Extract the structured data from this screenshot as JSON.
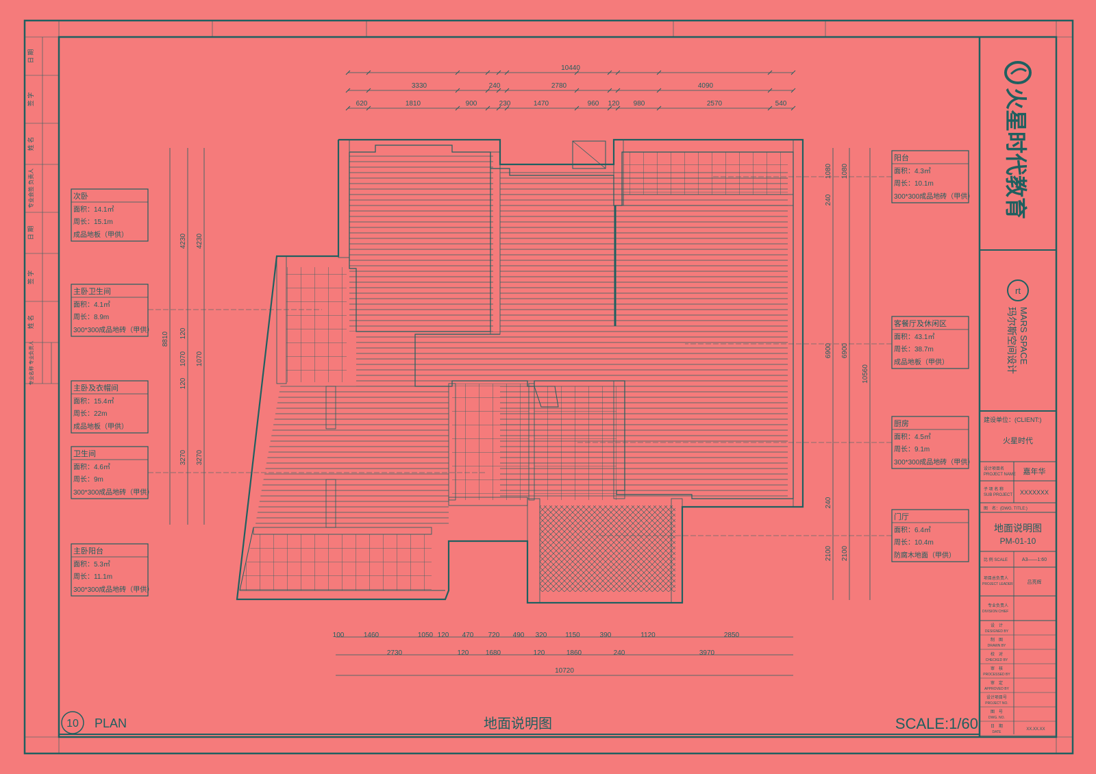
{
  "drawing": {
    "plan_number": "10",
    "plan_label": "PLAN",
    "title": "地面说明图",
    "scale": "SCALE:1/60"
  },
  "rooms": [
    {
      "name": "次卧",
      "area": "面积：14.1㎡",
      "perimeter": "周长：15.1m",
      "material": "成品地板（甲供）"
    },
    {
      "name": "主卧卫生间",
      "area": "面积：4.1㎡",
      "perimeter": "周长：8.9m",
      "material": "300*300成品地砖（甲供）"
    },
    {
      "name": "主卧及衣帽间",
      "area": "面积：15.4㎡",
      "perimeter": "周长：22m",
      "material": "成品地板（甲供）"
    },
    {
      "name": "卫生间",
      "area": "面积：4.6㎡",
      "perimeter": "周长：9m",
      "material": "300*300成品地砖（甲供）"
    },
    {
      "name": "主卧阳台",
      "area": "面积：5.3㎡",
      "perimeter": "周长：11.1m",
      "material": "300*300成品地砖（甲供）"
    },
    {
      "name": "阳台",
      "area": "面积：4.3㎡",
      "perimeter": "周长：10.1m",
      "material": "300*300成品地砖（甲供）"
    },
    {
      "name": "客餐厅及休闲区",
      "area": "面积：43.1㎡",
      "perimeter": "周长：38.7m",
      "material": "成品地板（甲供）"
    },
    {
      "name": "厨房",
      "area": "面积：4.5㎡",
      "perimeter": "周长：9.1m",
      "material": "300*300成品地砖（甲供）"
    },
    {
      "name": "门厅",
      "area": "面积：6.4㎡",
      "perimeter": "周长：10.4m",
      "material": "防腐木地面（甲供）"
    }
  ],
  "dims": {
    "top_total": "10440",
    "top_mid": [
      "3330",
      "240",
      "2780",
      "4090"
    ],
    "top_detail": [
      "620",
      "1810",
      "900",
      "230",
      "1470",
      "960",
      "120",
      "980",
      "2570",
      "540"
    ],
    "bottom_detail": [
      "100",
      "1460",
      "1050",
      "120",
      "470",
      "720",
      "490",
      "320",
      "1150",
      "390",
      "1120",
      "2850"
    ],
    "bottom_mid": [
      "2730",
      "120",
      "1680",
      "120",
      "1860",
      "240",
      "3970"
    ],
    "bottom_total": "10720",
    "left_total": "8810",
    "left_a": [
      "4230",
      "120",
      "1070",
      "120",
      "3270"
    ],
    "left_b": [
      "4230",
      "1070",
      "3270"
    ],
    "right_total": "10560",
    "right_a": [
      "1080",
      "240",
      "6900",
      "240",
      "2100"
    ],
    "right_b": [
      "1080",
      "6900",
      "2100"
    ]
  },
  "title_block": {
    "company_cn": "火星时代教育",
    "mars_en": "MARS SPACE",
    "mars_cn": "玛尔斯空间设计",
    "client_label": "建设单位：(CLIENT:)",
    "client_value": "火星时代",
    "project_label": "设计项目名\nPROJECT NAME",
    "project_value": "嘉年华",
    "sub_label": "子 项 名 称\nSUB PROJECT",
    "sub_value": "XXXXXXX",
    "dwg_label": "图　名：(DWG. TITLE:)",
    "dwg_title": "地面说明图",
    "dwg_no": "PM-01-10",
    "scale_label": "比 例 SCALE",
    "scale_value": "A3——1:60",
    "leader_label": "项目总负责人\nPROJECT LEADER",
    "leader_value": "吕亮辉",
    "chief_label": "专业负责人\nDIVISION CHIEF",
    "rows": [
      {
        "cn": "设　计",
        "en": "DESIGNED BY"
      },
      {
        "cn": "制　图",
        "en": "DRAWN BY"
      },
      {
        "cn": "校　对",
        "en": "CHECKED BY"
      },
      {
        "cn": "审　核",
        "en": "PROCESSED BY"
      },
      {
        "cn": "审　定",
        "en": "APPROVED BY"
      },
      {
        "cn": "设计项目号",
        "en": "PROJECT NO."
      },
      {
        "cn": "图　号",
        "en": "DWG. NO."
      },
      {
        "cn": "日　期",
        "en": "DATE"
      }
    ],
    "date_value": "XX.XX.XX"
  },
  "left_strip": {
    "upper": [
      "日 期",
      "签 字",
      "姓 名",
      "专业会签 负责人"
    ],
    "lower": [
      "日 期",
      "签 字",
      "姓 名",
      "专业名称 专业负责人"
    ]
  }
}
